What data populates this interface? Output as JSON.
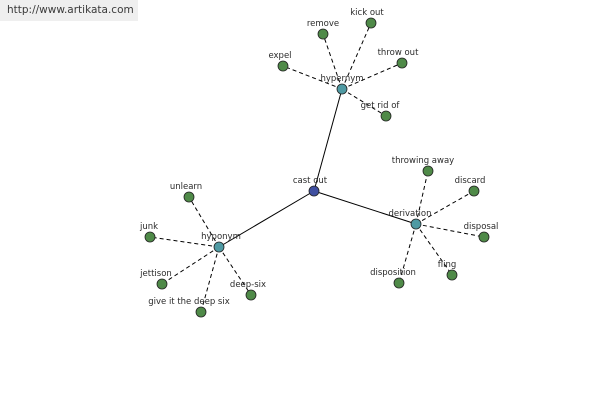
{
  "site_url": "http://www.artikata.com",
  "colors": {
    "center_fill": "#3f4fa0",
    "relation_fill": "#4f9aa3",
    "leaf_fill": "#4f8a48",
    "node_stroke": "#222222",
    "edge": "#000000"
  },
  "center": {
    "label": "cast out"
  },
  "relations": [
    {
      "id": "hypernym",
      "label": "hypernym",
      "words": [
        "kick out",
        "remove",
        "expel",
        "throw out",
        "get rid of"
      ]
    },
    {
      "id": "hyponym",
      "label": "hyponym",
      "words": [
        "unlearn",
        "junk",
        "jettison",
        "give it the deep six",
        "deep-six"
      ]
    },
    {
      "id": "derivation",
      "label": "derivation",
      "words": [
        "throwing away",
        "discard",
        "disposal",
        "fling",
        "disposition"
      ]
    }
  ]
}
